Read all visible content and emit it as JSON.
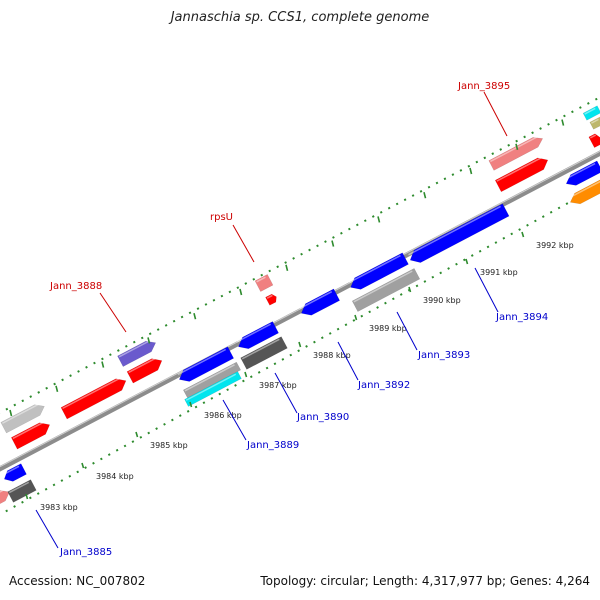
{
  "title": "Jannaschia sp. CCS1, complete genome",
  "accession": "Accession: NC_007802",
  "topology": "Topology: circular; Length: 4,317,977 bp; Genes: 4,264",
  "colors": {
    "backbone": "#8c8c8c",
    "dots": "#2e8b2e",
    "forward_label": "#cc0000",
    "reverse_label": "#0000cc"
  },
  "ticks": [
    {
      "kbp": 3983,
      "label": "3983 kbp"
    },
    {
      "kbp": 3984,
      "label": "3984 kbp"
    },
    {
      "kbp": 3985,
      "label": "3985 kbp"
    },
    {
      "kbp": 3986,
      "label": "3986 kbp"
    },
    {
      "kbp": 3987,
      "label": "3987 kbp"
    },
    {
      "kbp": 3988,
      "label": "3988 kbp"
    },
    {
      "kbp": 3989,
      "label": "3989 kbp"
    },
    {
      "kbp": 3990,
      "label": "3990 kbp"
    },
    {
      "kbp": 3991,
      "label": "3991 kbp"
    },
    {
      "kbp": 3992,
      "label": "3992 kbp"
    }
  ],
  "gene_labels": [
    {
      "name": "Jann_3895",
      "strand": "forward"
    },
    {
      "name": "rpsU",
      "strand": "forward"
    },
    {
      "name": "Jann_3888",
      "strand": "forward"
    },
    {
      "name": "Jann_3894",
      "strand": "reverse"
    },
    {
      "name": "Jann_3893",
      "strand": "reverse"
    },
    {
      "name": "Jann_3892",
      "strand": "reverse"
    },
    {
      "name": "Jann_3890",
      "strand": "reverse"
    },
    {
      "name": "Jann_3889",
      "strand": "reverse"
    },
    {
      "name": "Jann_3885",
      "strand": "reverse"
    }
  ],
  "features": [
    {
      "color": "#ff0000",
      "strand": "forward"
    },
    {
      "color": "#f08080",
      "strand": "forward"
    },
    {
      "color": "#c0c0c0",
      "strand": "forward"
    },
    {
      "color": "#6a5acd",
      "strand": "forward"
    },
    {
      "color": "#0000ff",
      "strand": "reverse"
    },
    {
      "color": "#a0a0a0",
      "strand": "reverse"
    },
    {
      "color": "#00e5ee",
      "strand": "reverse"
    },
    {
      "color": "#555555",
      "strand": "reverse"
    },
    {
      "color": "#ff8c00",
      "strand": "reverse"
    },
    {
      "color": "#bdb76b",
      "strand": "forward"
    }
  ]
}
